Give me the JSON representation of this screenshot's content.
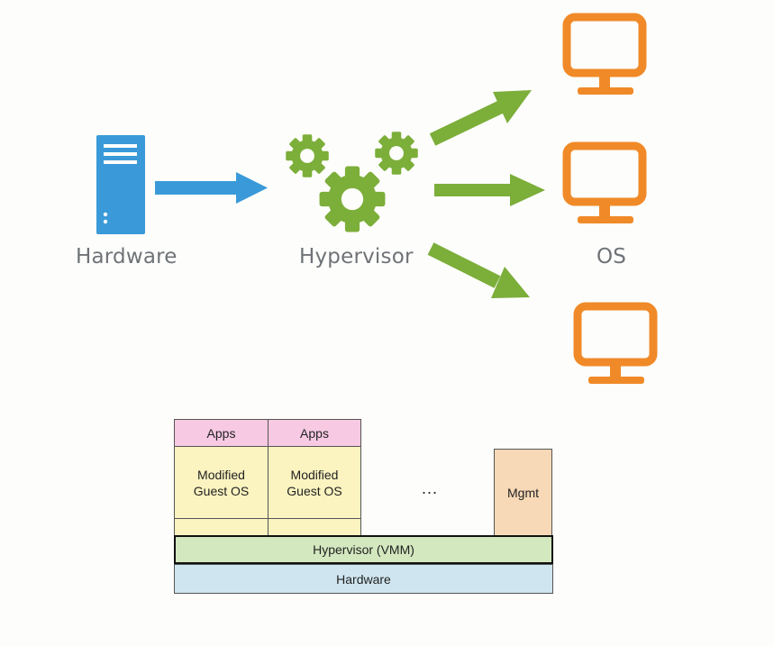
{
  "top": {
    "hardware_label": "Hardware",
    "hypervisor_label": "Hypervisor",
    "os_label": "OS"
  },
  "stack": {
    "vm1": {
      "apps": "Apps",
      "os_line1": "Modified",
      "os_line2": "Guest OS"
    },
    "vm2": {
      "apps": "Apps",
      "os_line1": "Modified",
      "os_line2": "Guest OS"
    },
    "ellipsis": "...",
    "mgmt": "Mgmt",
    "hypervisor": "Hypervisor (VMM)",
    "hardware": "Hardware"
  },
  "colors": {
    "server_blue": "#3a9ad9",
    "gear_green": "#7cae3a",
    "monitor_orange": "#f08a28",
    "apps_pink": "#f7c9e3",
    "guest_yellow": "#fbf3c0",
    "mgmt_peach": "#f8d9b7",
    "hypervisor_green": "#d3e8bf",
    "hardware_blue": "#cfe6f0"
  }
}
